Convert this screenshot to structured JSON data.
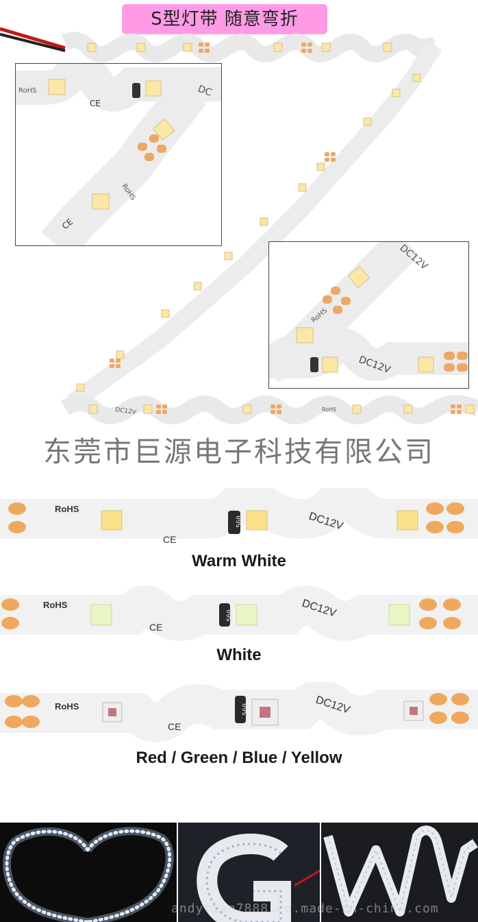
{
  "header": {
    "title": "S型灯带 随意弯折"
  },
  "hero": {
    "inset1_texts": {
      "rohs": "RoHS",
      "dc": "DC",
      "ce": "CE"
    },
    "inset2_texts": {
      "dc12v": "DC12V",
      "rohs": "RoHS",
      "dc": "DC12V"
    },
    "strip_texts": {
      "dc12v": "DC12V",
      "rohs": "RoHS"
    }
  },
  "company": {
    "name": "东莞市巨源电子科技有限公司"
  },
  "strips": [
    {
      "rohs": "RoHS",
      "ce": "CE",
      "dc": "DC12V",
      "resistor": "560",
      "label": "Warm White",
      "led_color": "#fbe28a"
    },
    {
      "rohs": "RoHS",
      "ce": "CE",
      "dc": "DC12V",
      "resistor": "560",
      "label": "White",
      "led_color": "#e8f6c4"
    },
    {
      "rohs": "RoHS",
      "ce": "CE",
      "dc": "DC12V",
      "resistor": "560",
      "label": "Red / Green / Blue / Yellow",
      "led_color": "#c3767f"
    }
  ],
  "photos": {
    "watermark": "andytian7888.cn.made-in-china.com"
  },
  "colors": {
    "banner": "#ff9be6",
    "pad": "#f0a85e",
    "strip": "#f3f3f3"
  }
}
